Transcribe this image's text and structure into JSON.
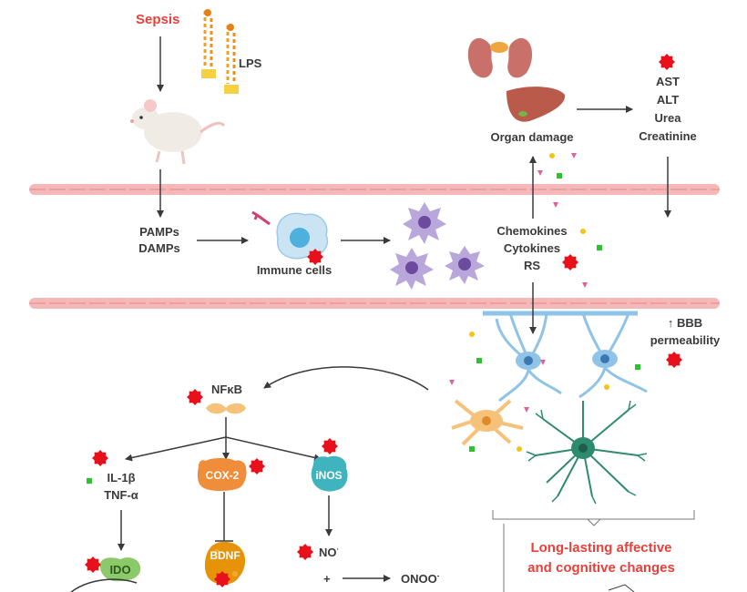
{
  "labels": {
    "sepsis": "Sepsis",
    "lps": "LPS",
    "pamps": "PAMPs",
    "damps": "DAMPs",
    "immune_cells": "Immune cells",
    "organ_damage": "Organ damage",
    "markers": [
      "AST",
      "ALT",
      "Urea",
      "Creatinine"
    ],
    "chemokines": "Chemokines",
    "cytokines": "Cytokines",
    "rs": "RS",
    "bbb": "↑ BBB",
    "permeability": "permeability",
    "nfkb": "NFκB",
    "il1b": "IL-1β",
    "tnfa": "TNF-α",
    "cox2": "COX-2",
    "inos": "iNOS",
    "ido": "IDO",
    "bdnf": "BDNF",
    "no": "NO",
    "no_dot": "·",
    "plus": "+",
    "onoo": "ONOO",
    "onoo_sup": "-",
    "outcome_line1": "Long-lasting affective",
    "outcome_line2": "and cognitive changes"
  },
  "colors": {
    "text": "#3a3a3a",
    "accent_red": "#e8403a",
    "membrane": "#f4b8b8",
    "neuron_blue": "#8fc3e8",
    "microglia_purple": "#b9a6da",
    "astrocyte_orange": "#f6c27a",
    "neuron_green": "#2e8b6e",
    "enzyme_orange": "#ef8d3a",
    "inos_teal": "#3fb3be",
    "ido_green": "#8cc96a",
    "bdnf_orange": "#e6930a"
  }
}
